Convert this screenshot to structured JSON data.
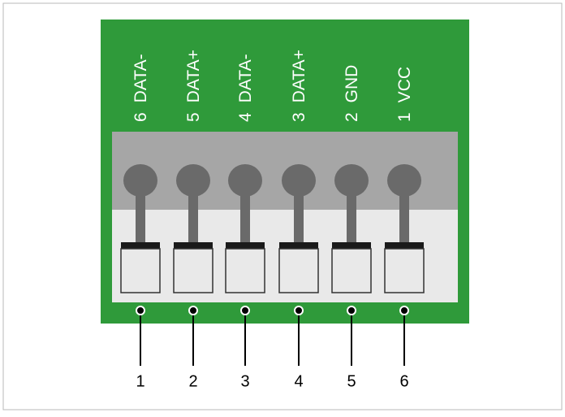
{
  "pcb_labels": [
    {
      "num": "6",
      "signal": "DATA-"
    },
    {
      "num": "5",
      "signal": "DATA+"
    },
    {
      "num": "4",
      "signal": "DATA-"
    },
    {
      "num": "3",
      "signal": "DATA+"
    },
    {
      "num": "2",
      "signal": "GND"
    },
    {
      "num": "1",
      "signal": "VCC"
    }
  ],
  "callouts": [
    "1",
    "2",
    "3",
    "4",
    "5",
    "6"
  ],
  "colors": {
    "pcb_green": "#2f9a3a",
    "terminal_dark": "#a6a6a6",
    "terminal_light": "#e9e9e9",
    "pin_gray": "#6a6a6a",
    "frame_border": "#b8b8b8",
    "text_white": "#ffffff",
    "text_black": "#000000"
  }
}
